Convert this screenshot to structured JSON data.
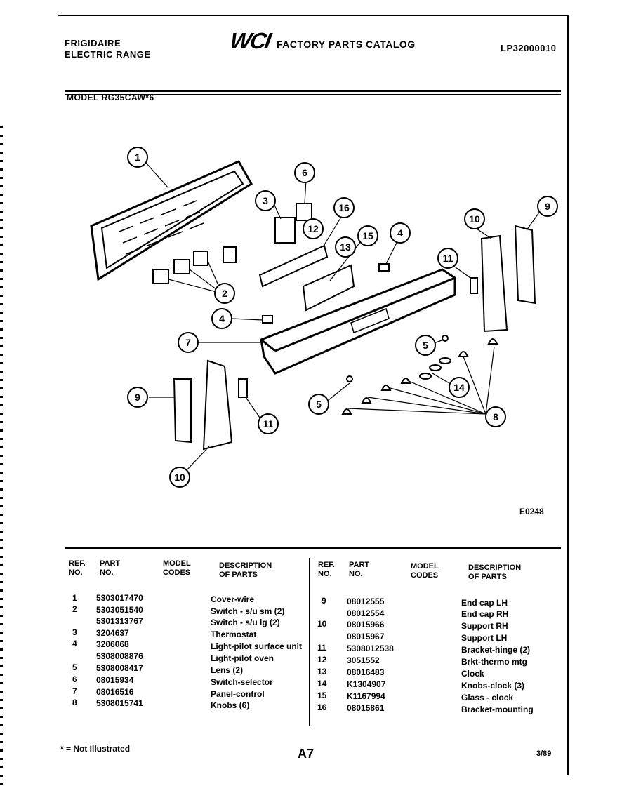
{
  "header": {
    "brand_line1": "FRIGIDAIRE",
    "brand_line2": "ELECTRIC RANGE",
    "logo": "WCI",
    "catalog_title": "FACTORY PARTS CATALOG",
    "catalog_number": "LP32000010",
    "model": "MODEL RG35CAW*6"
  },
  "diagram": {
    "figure_code": "E0248",
    "callouts": [
      "1",
      "2",
      "3",
      "4",
      "4",
      "5",
      "5",
      "6",
      "7",
      "8",
      "9",
      "9",
      "10",
      "10",
      "11",
      "11",
      "12",
      "13",
      "14",
      "15",
      "16"
    ]
  },
  "table_headers": {
    "ref_no": "REF.\nNO.",
    "part_no": "PART\nNO.",
    "model_codes": "MODEL\nCODES",
    "description": "DESCRIPTION\nOF PARTS"
  },
  "left_rows": [
    {
      "ref": "1",
      "part": "5303017470",
      "desc": "Cover-wire"
    },
    {
      "ref": "2",
      "part": "5303051540",
      "desc": "Switch - s/u sm (2)"
    },
    {
      "ref": "",
      "part": "5301313767",
      "desc": "Switch - s/u lg (2)"
    },
    {
      "ref": "3",
      "part": "3204637",
      "desc": "Thermostat"
    },
    {
      "ref": "4",
      "part": "3206068",
      "desc": "Light-pilot surface unit"
    },
    {
      "ref": "",
      "part": "5308008876",
      "desc": "Light-pilot oven"
    },
    {
      "ref": "5",
      "part": "5308008417",
      "desc": "Lens (2)"
    },
    {
      "ref": "6",
      "part": "08015934",
      "desc": "Switch-selector"
    },
    {
      "ref": "7",
      "part": "08016516",
      "desc": "Panel-control"
    },
    {
      "ref": "8",
      "part": "5308015741",
      "desc": "Knobs (6)"
    }
  ],
  "right_rows": [
    {
      "ref": "9",
      "part": "08012555",
      "desc": "End cap LH"
    },
    {
      "ref": "",
      "part": "08012554",
      "desc": "End cap RH"
    },
    {
      "ref": "10",
      "part": "08015966",
      "desc": "Support RH"
    },
    {
      "ref": "",
      "part": "08015967",
      "desc": "Support LH"
    },
    {
      "ref": "11",
      "part": "5308012538",
      "desc": "Bracket-hinge (2)"
    },
    {
      "ref": "12",
      "part": "3051552",
      "desc": "Brkt-thermo mtg"
    },
    {
      "ref": "13",
      "part": "08016483",
      "desc": "Clock"
    },
    {
      "ref": "14",
      "part": "K1304907",
      "desc": "Knobs-clock (3)"
    },
    {
      "ref": "15",
      "part": "K1167994",
      "desc": "Glass - clock"
    },
    {
      "ref": "16",
      "part": "08015861",
      "desc": "Bracket-mounting"
    }
  ],
  "footer": {
    "note": "* = Not Illustrated",
    "page": "A7",
    "date": "3/89"
  }
}
